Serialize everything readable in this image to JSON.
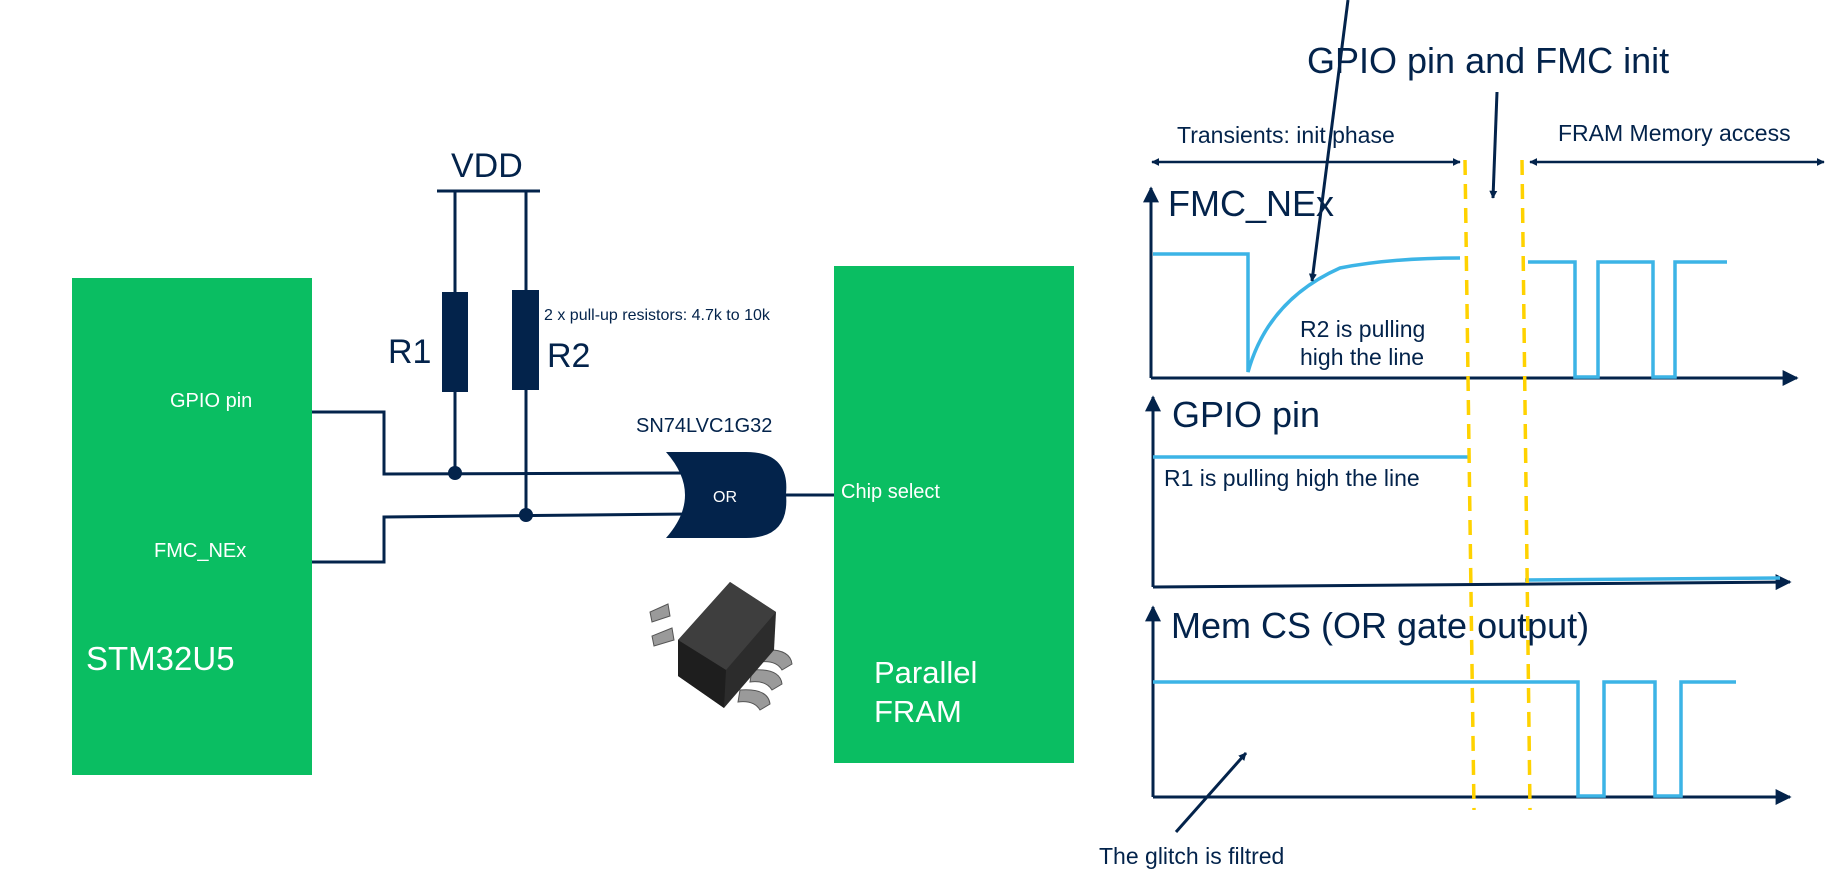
{
  "colors": {
    "green": "#0ABE62",
    "navy": "#03234B",
    "signal": "#3CB4E6",
    "dashed": "#FFD200"
  },
  "schematic": {
    "vdd_label": "VDD",
    "r1_label": "R1",
    "r2_label": "R2",
    "resistor_note": "2 x pull-up resistors: 4.7k to 10k",
    "mcu": {
      "name": "STM32U5",
      "gpio_pin": "GPIO pin",
      "fmc_nex": "FMC_NEx"
    },
    "gate": {
      "part_number": "SN74LVC1G32",
      "symbol_label": "OR"
    },
    "fram": {
      "chip_select": "Chip select",
      "line1": "Parallel",
      "line2": "FRAM"
    }
  },
  "timing": {
    "title": "GPIO pin and FMC init",
    "phase_init": "Transients: init phase",
    "phase_access": "FRAM Memory access",
    "fmc_signal": "FMC_NEx",
    "fmc_note_line1": "R2 is pulling",
    "fmc_note_line2": "high the line",
    "gpio_signal": "GPIO pin",
    "gpio_note": "R1 is pulling high the line",
    "cs_signal": "Mem CS (OR gate output)",
    "glitch_note": "The glitch is filtred"
  }
}
